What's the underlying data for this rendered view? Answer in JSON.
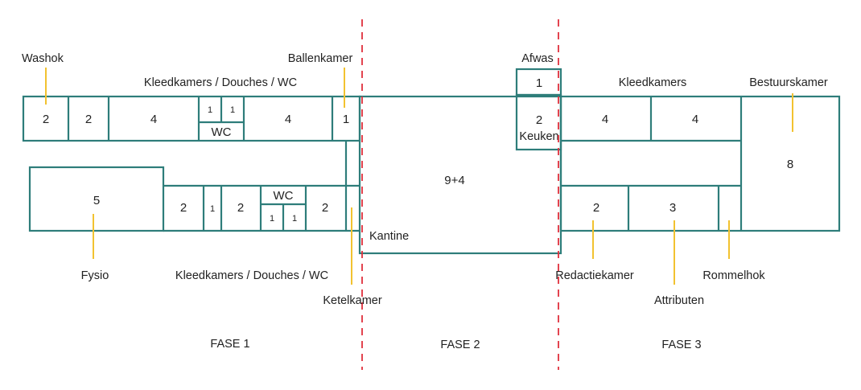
{
  "labels": {
    "washok": "Washok",
    "kleedkamers_top": "Kleedkamers / Douches / WC",
    "ballenkamer": "Ballenkamer",
    "afwas": "Afwas",
    "kleedkamers_right": "Kleedkamers",
    "bestuurskamer": "Bestuurskamer",
    "keuken": "Keuken",
    "kantine": "Kantine",
    "fysio": "Fysio",
    "kleedkamers_bottom": "Kleedkamers / Douches / WC",
    "ketelkamer": "Ketelkamer",
    "redactiekamer": "Redactiekamer",
    "attributen": "Attributen",
    "rommelhok": "Rommelhok"
  },
  "rooms": {
    "top_1": "2",
    "top_2": "2",
    "top_3": "4",
    "top_wc_a": "1",
    "top_wc_b": "1",
    "top_wc": "WC",
    "top_4": "4",
    "top_5": "1",
    "bot_fysio": "5",
    "bot_1": "2",
    "bot_2": "1",
    "bot_3": "2",
    "bot_wc": "WC",
    "bot_wc_a": "1",
    "bot_wc_b": "1",
    "bot_4": "2",
    "kantine": "9+4",
    "afwas": "1",
    "keuken": "2",
    "right_1": "4",
    "right_2": "4",
    "bestuur": "8",
    "right_b1": "2",
    "right_b2": "3"
  },
  "phases": [
    "FASE 1",
    "FASE 2",
    "FASE 3"
  ]
}
